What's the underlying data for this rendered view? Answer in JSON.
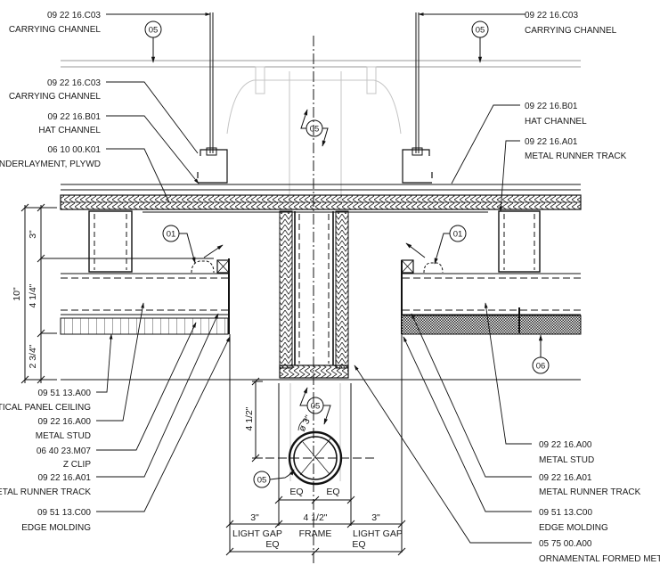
{
  "drawing": {
    "type": "ceiling light cove section detail",
    "left_labels": [
      {
        "code": "09 22 16.C03",
        "name": "CARRYING CHANNEL"
      },
      {
        "code": "09 22 16.C03",
        "name": "CARRYING CHANNEL"
      },
      {
        "code": "09 22 16.B01",
        "name": "HAT CHANNEL"
      },
      {
        "code": "06 10 00.K01",
        "name": "UNDERLAYMENT, PLYWD"
      },
      {
        "code": "09 51 13.A00",
        "name": "ACOUSTICAL PANEL CEILING"
      },
      {
        "code": "09 22 16.A00",
        "name": "METAL STUD"
      },
      {
        "code": "06 40 23.M07",
        "name": "Z CLIP"
      },
      {
        "code": "09 22 16.A01",
        "name": "METAL RUNNER TRACK"
      },
      {
        "code": "09 51 13.C00",
        "name": "EDGE MOLDING"
      }
    ],
    "right_labels": [
      {
        "code": "09 22 16.C03",
        "name": "CARRYING CHANNEL"
      },
      {
        "code": "09 22 16.B01",
        "name": "HAT CHANNEL"
      },
      {
        "code": "09 22 16.A01",
        "name": "METAL RUNNER TRACK"
      },
      {
        "code": "09 22 16.A00",
        "name": "METAL STUD"
      },
      {
        "code": "09 22 16.A01",
        "name": "METAL RUNNER TRACK"
      },
      {
        "code": "09 51 13.C00",
        "name": "EDGE MOLDING"
      },
      {
        "code": "05 75 00.A00",
        "name": "ORNAMENTAL FORMED METAL"
      }
    ],
    "tags": {
      "t05": "05",
      "t01": "01",
      "t06": "06"
    },
    "dimensions": {
      "overall": "10\"",
      "top": "3\"",
      "middle": "4 1/4\"",
      "bottom": "2 3/4\"",
      "drop": "4 1/2\"",
      "diameter": "ø 3\"",
      "eq": "EQ",
      "gap_left": "3\"",
      "frame": "4 1/2\"",
      "gap_right": "3\"",
      "light_gap": "LIGHT GAP",
      "frame_label": "FRAME"
    }
  }
}
